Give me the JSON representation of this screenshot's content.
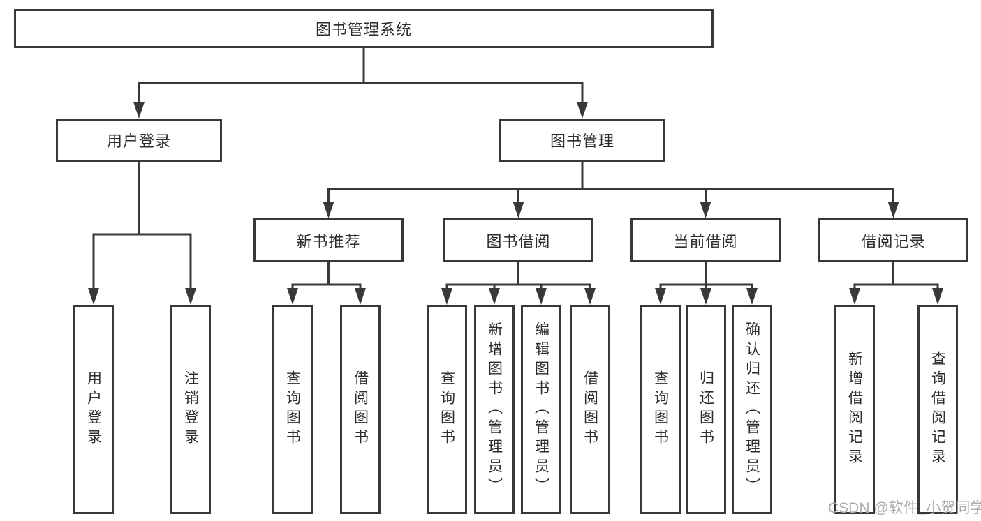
{
  "diagram": {
    "root": {
      "label": "图书管理系统"
    },
    "branches": [
      {
        "label": "用户登录",
        "children": [
          {
            "label": "用户登录"
          },
          {
            "label": "注销登录"
          }
        ]
      },
      {
        "label": "图书管理",
        "children": [
          {
            "label": "新书推荐",
            "children": [
              {
                "label": "查询图书"
              },
              {
                "label": "借阅图书"
              }
            ]
          },
          {
            "label": "图书借阅",
            "children": [
              {
                "label": "查询图书"
              },
              {
                "label": "新增图书（管理员）"
              },
              {
                "label": "编辑图书（管理员）"
              },
              {
                "label": "借阅图书"
              }
            ]
          },
          {
            "label": "当前借阅",
            "children": [
              {
                "label": "查询图书"
              },
              {
                "label": "归还图书"
              },
              {
                "label": "确认归还（管理员）"
              }
            ]
          },
          {
            "label": "借阅记录",
            "children": [
              {
                "label": "新增借阅记录"
              },
              {
                "label": "查询借阅记录"
              }
            ]
          }
        ]
      }
    ],
    "watermark": "CSDN @软件_小贺同学",
    "colors": {
      "line": "#383838",
      "box_border": "#383838",
      "text": "#2d2d2d",
      "watermark": "#acacac",
      "background": "#ffffff"
    }
  }
}
